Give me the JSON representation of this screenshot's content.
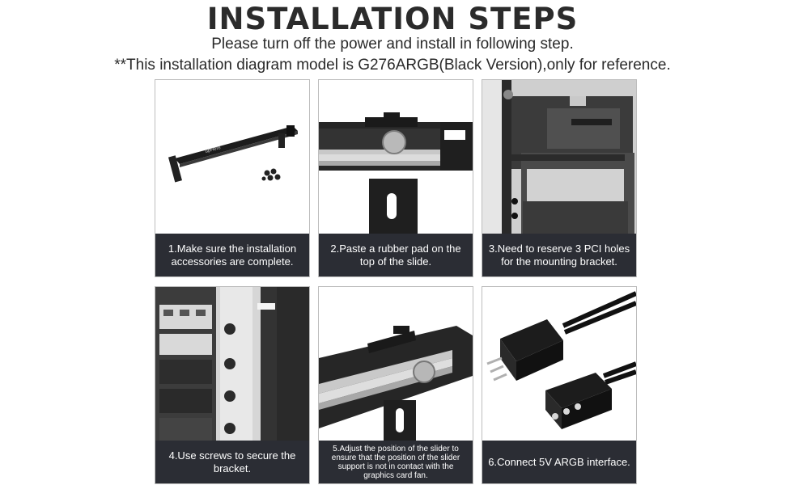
{
  "header": {
    "title": "INSTALLATION STEPS",
    "subtitle": "Please turn off the power and install in following step.",
    "note": "**This installation diagram model is G276ARGB(Black Version),only for reference."
  },
  "steps": [
    {
      "caption": "1.Make sure the installation accessories are complete.",
      "logo_text": "upHere"
    },
    {
      "caption": "2.Paste a rubber pad on the top of the slide."
    },
    {
      "caption": "3.Need to reserve 3 PCI holes for the mounting bracket."
    },
    {
      "caption": "4.Use screws to secure the bracket."
    },
    {
      "caption": "5.Adjust the position of the slider to ensure that the position of the slider support is not in contact with the graphics card fan."
    },
    {
      "caption": "6.Connect 5V ARGB interface."
    }
  ],
  "colors": {
    "caption_bg": "#2b2d34",
    "caption_text": "#ffffff",
    "title": "#2b2b2b"
  }
}
